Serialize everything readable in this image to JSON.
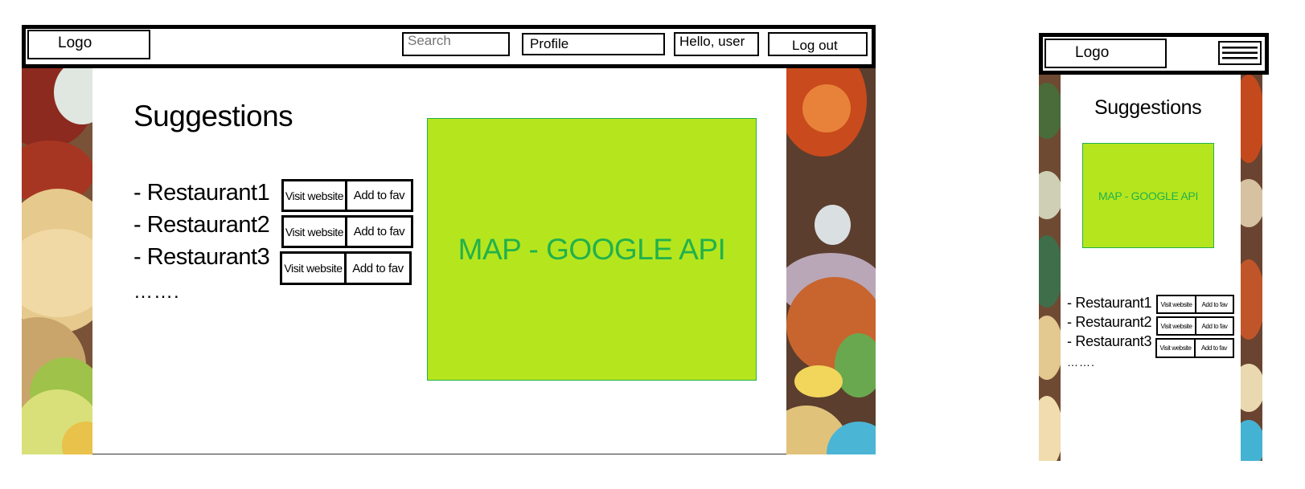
{
  "desktop": {
    "header": {
      "logo": "Logo",
      "search_placeholder": "Search",
      "profile": "Profile",
      "greeting": "Hello, user",
      "logout": "Log out"
    },
    "suggestions": {
      "title": "Suggestions",
      "items": [
        {
          "name": "- Restaurant1",
          "visit": "Visit website",
          "fav": "Add to fav"
        },
        {
          "name": "- Restaurant2",
          "visit": "Visit website",
          "fav": "Add to fav"
        },
        {
          "name": "- Restaurant3",
          "visit": "Visit website",
          "fav": "Add to fav"
        }
      ],
      "more": "……."
    },
    "map_label": "MAP - GOOGLE API"
  },
  "mobile": {
    "header": {
      "logo": "Logo",
      "menu_icon": "hamburger-menu-icon"
    },
    "suggestions": {
      "title": "Suggestions",
      "items": [
        {
          "name": "- Restaurant1",
          "visit": "Visit website",
          "fav": "Add to fav"
        },
        {
          "name": "- Restaurant2",
          "visit": "Visit website",
          "fav": "Add to fav"
        },
        {
          "name": "- Restaurant3",
          "visit": "Visit website",
          "fav": "Add to fav"
        }
      ],
      "more": "……."
    },
    "map_label": "MAP - GOOGLE API"
  },
  "colors": {
    "map_fill": "#b5e61d",
    "map_text": "#22b14c",
    "frame": "#000000"
  }
}
